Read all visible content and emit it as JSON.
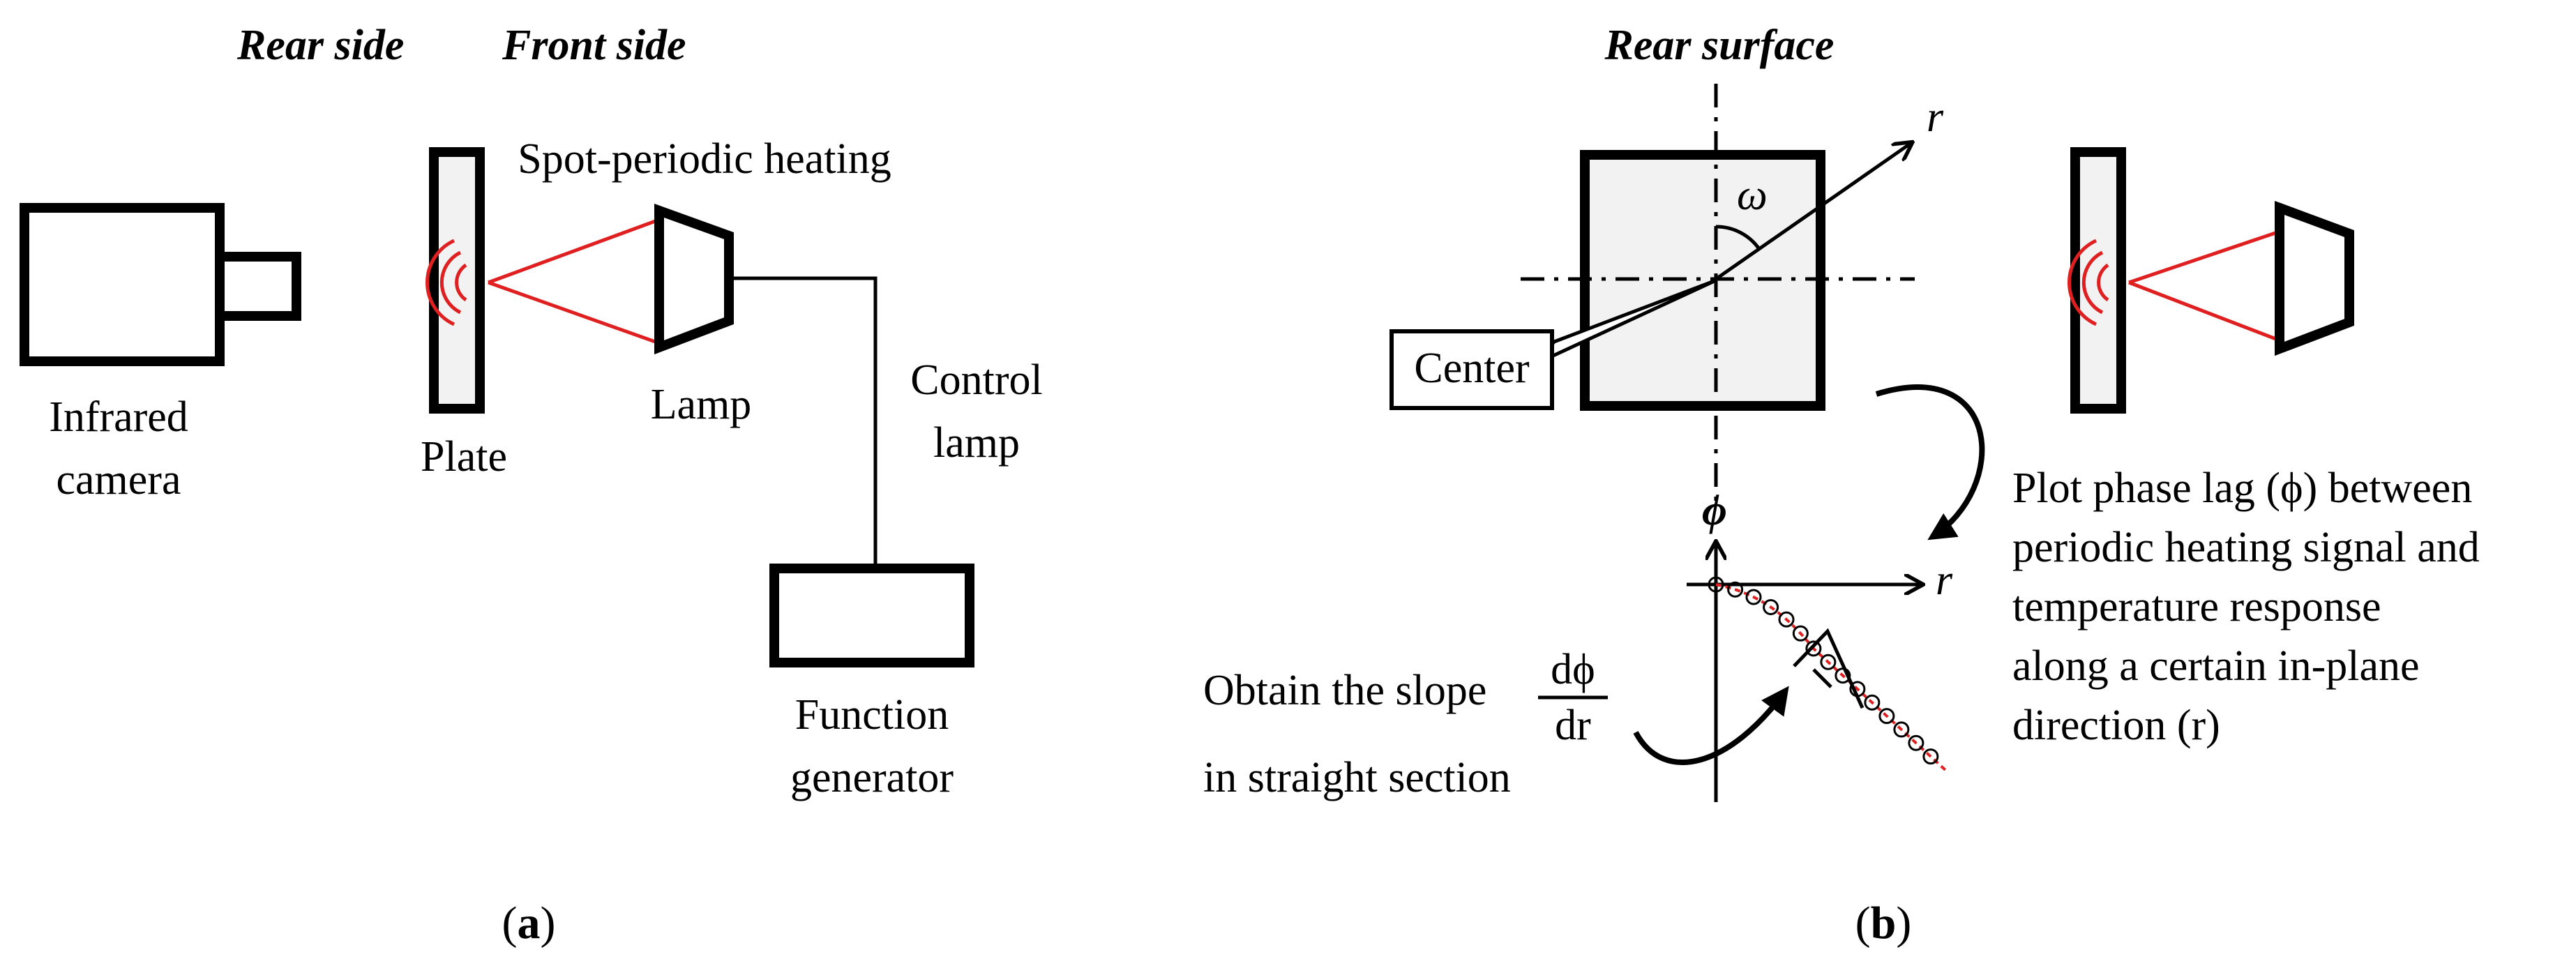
{
  "panel_a": {
    "header_rear": "Rear side",
    "header_front": "Front side",
    "camera_label_line1": "Infrared",
    "camera_label_line2": "camera",
    "plate_label": "Plate",
    "heating_label": "Spot-periodic heating",
    "lamp_label": "Lamp",
    "control_label_line1": "Control",
    "control_label_line2": "lamp",
    "generator_label_line1": "Function",
    "generator_label_line2": "generator",
    "caption_open": "(",
    "caption_letter": "a",
    "caption_close": ")"
  },
  "panel_b": {
    "header": "Rear surface",
    "axis_r_top": "r",
    "angle_symbol": "ω",
    "center_label": "Center",
    "axis_phi": "ϕ",
    "axis_r_plot": "r",
    "slope_text": "Obtain the slope",
    "slope_num": "dϕ",
    "slope_den": "dr",
    "slope_text2": "in straight section",
    "plot_desc_line1": "Plot phase lag (ϕ) between",
    "plot_desc_line2": "periodic heating signal and",
    "plot_desc_line3": "temperature response",
    "plot_desc_line4": "along a certain in-plane",
    "plot_desc_line5": "direction (r)",
    "caption_open": "(",
    "caption_letter": "b",
    "caption_close": ")"
  },
  "colors": {
    "heating_ray": "#e02020",
    "plate_fill": "#f2f2f2"
  }
}
